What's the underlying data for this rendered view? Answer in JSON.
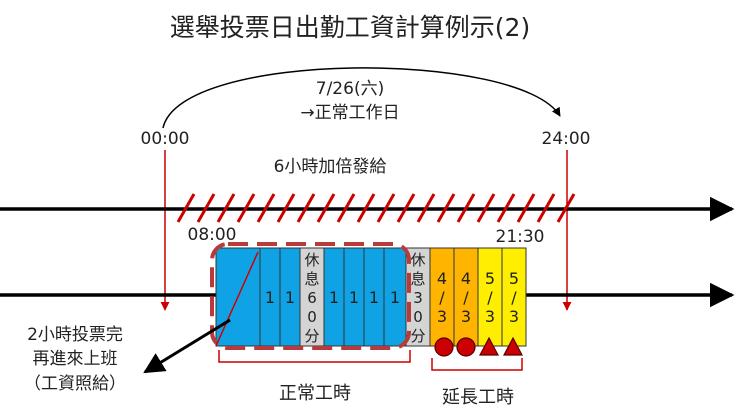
{
  "title": "選舉投票日出勤工資計算例示(2)",
  "day_label": {
    "date": "7/26(六)",
    "note": "→正常工作日"
  },
  "time_start": "00:00",
  "time_end": "24:00",
  "double_pay_label": "6小時加倍發給",
  "work_start": "08:00",
  "work_end": "21:30",
  "blocks": [
    {
      "text": "",
      "kind": "normal"
    },
    {
      "text": "1",
      "kind": "normal"
    },
    {
      "text": "1",
      "kind": "normal"
    },
    {
      "text": "休息60分",
      "kind": "rest"
    },
    {
      "text": "1",
      "kind": "normal"
    },
    {
      "text": "1",
      "kind": "normal"
    },
    {
      "text": "1",
      "kind": "normal"
    },
    {
      "text": "1",
      "kind": "normal"
    },
    {
      "text": "休息30分",
      "kind": "rest"
    },
    {
      "text": "4/3",
      "kind": "ot1"
    },
    {
      "text": "4/3",
      "kind": "ot1"
    },
    {
      "text": "5/3",
      "kind": "ot2"
    },
    {
      "text": "5/3",
      "kind": "ot2"
    }
  ],
  "markers": [
    "circle",
    "circle",
    "triangle",
    "triangle"
  ],
  "vote_note": [
    "2小時投票完",
    "再進來上班",
    "（工資照給）"
  ],
  "normal_hours_label": "正常工時",
  "overtime_label": "延長工時",
  "colors": {
    "normal": "#0fa3e6",
    "rest": "#d4d4d4",
    "ot1": "#ffb400",
    "ot2": "#ffee00",
    "accent": "#cc0000",
    "dashed": "#b83a3a",
    "timeline": "#000000"
  }
}
